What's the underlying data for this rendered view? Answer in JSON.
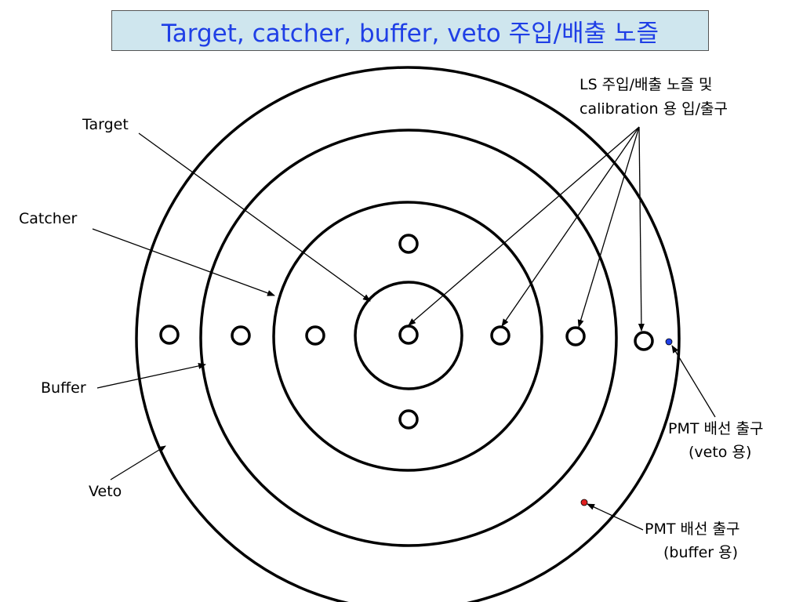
{
  "title": "Target, catcher, buffer, veto 주입/배출 노즐",
  "labels": {
    "target": "Target",
    "catcher": "Catcher",
    "buffer": "Buffer",
    "veto": "Veto",
    "ls_line1": "LS 주입/배출 노즐  및",
    "ls_line2": "calibration 용 입/출구",
    "pmt_veto_line1": "PMT 배선 출구",
    "pmt_veto_line2": "(veto 용)",
    "pmt_buffer_line1": "PMT 배선 출구",
    "pmt_buffer_line2": "(buffer 용)"
  },
  "colors": {
    "title_text": "#1f3fe6",
    "title_bg": "#cfe6ee",
    "pmt_veto_dot": "#1f3fe6",
    "pmt_buffer_dot": "#e02020"
  }
}
